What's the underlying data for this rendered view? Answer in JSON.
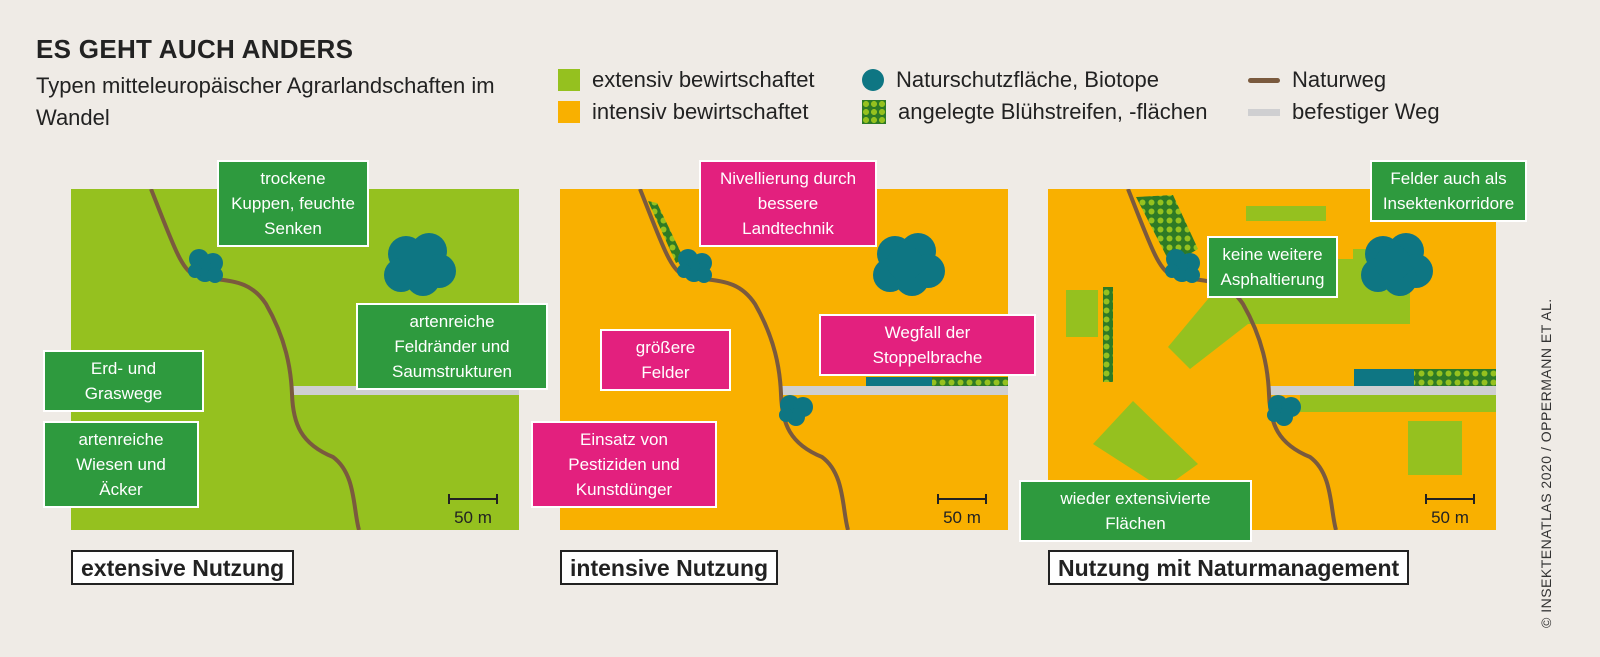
{
  "header": {
    "title": "ES GEHT AUCH ANDERS",
    "subtitle": "Typen mitteleuropäischer Agrarlandschaften im Wandel"
  },
  "legend": [
    {
      "label": "extensiv bewirtschaftet",
      "swatch": "green-square",
      "color": "#95c11f"
    },
    {
      "label": "intensiv bewirtschaftet",
      "swatch": "orange-square",
      "color": "#f9b000"
    },
    {
      "label": "Naturschutzfläche, Biotope",
      "swatch": "teal-circle",
      "color": "#0e7683"
    },
    {
      "label": "angelegte Blühstreifen, -flächen",
      "swatch": "dotted-square",
      "color": "#2e7a25"
    },
    {
      "label": "Naturweg",
      "swatch": "brown-line",
      "color": "#7a5a3e"
    },
    {
      "label": "befestiger Weg",
      "swatch": "grey-line",
      "color": "#cfcfd1"
    }
  ],
  "panels": [
    {
      "label": "extensive Nutzung",
      "scale": "50 m",
      "annotations": [
        {
          "text": "trockene Kuppen, feuchte Senken",
          "type": "positive"
        },
        {
          "text": "artenreiche Feldränder und Saumstrukturen",
          "type": "positive"
        },
        {
          "text": "Erd- und Graswege",
          "type": "positive"
        },
        {
          "text": "artenreiche Wiesen und Äcker",
          "type": "positive"
        }
      ]
    },
    {
      "label": "intensive Nutzung",
      "scale": "50 m",
      "annotations": [
        {
          "text": "Nivellierung durch bessere Landtechnik",
          "type": "negative"
        },
        {
          "text": "Wegfall der Stoppelbrache",
          "type": "negative"
        },
        {
          "text": "größere Felder",
          "type": "negative"
        },
        {
          "text": "Einsatz von Pestiziden und Kunstdünger",
          "type": "negative"
        }
      ]
    },
    {
      "label": "Nutzung mit Naturmanagement",
      "scale": "50 m",
      "annotations": [
        {
          "text": "Felder auch als Insektenkorridore",
          "type": "positive"
        },
        {
          "text": "keine weitere Asphaltierung",
          "type": "positive"
        },
        {
          "text": "wieder extensivierte Flächen",
          "type": "positive"
        }
      ]
    }
  ],
  "credit": "© INSEKTENATLAS 2020 / OPPERMANN ET AL.",
  "colors": {
    "positive_label": "#2e9a3e",
    "negative_label": "#e3207e",
    "background": "#efebe6"
  }
}
